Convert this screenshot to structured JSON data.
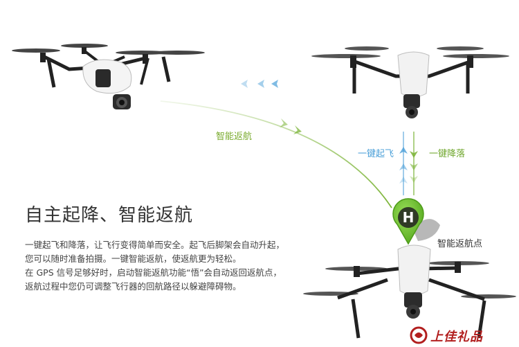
{
  "heading": "自主起降、智能返航",
  "description": [
    "一键起飞和降落，让飞行变得简单而安全。起飞后脚架会自动升起，",
    "您可以随时准备拍摄。一键智能返航，使返航更为轻松。",
    "在 GPS 信号足够好时，启动智能返航功能“悟”会自动返回返航点，",
    "返航过程中您仍可调整飞行器的回航路径以躲避障碍物。"
  ],
  "labels": {
    "smart_return": "智能返航",
    "one_key_takeoff": "一键起飞",
    "one_key_landing": "一键降落",
    "home_point": "智能返航点",
    "home_marker": "H"
  },
  "brand": {
    "text": "上佳礼品"
  },
  "colors": {
    "blue": "#4a9fd8",
    "green": "#7ab335",
    "marker_green": "#6ec12e",
    "brand_red": "#b21f1f"
  }
}
